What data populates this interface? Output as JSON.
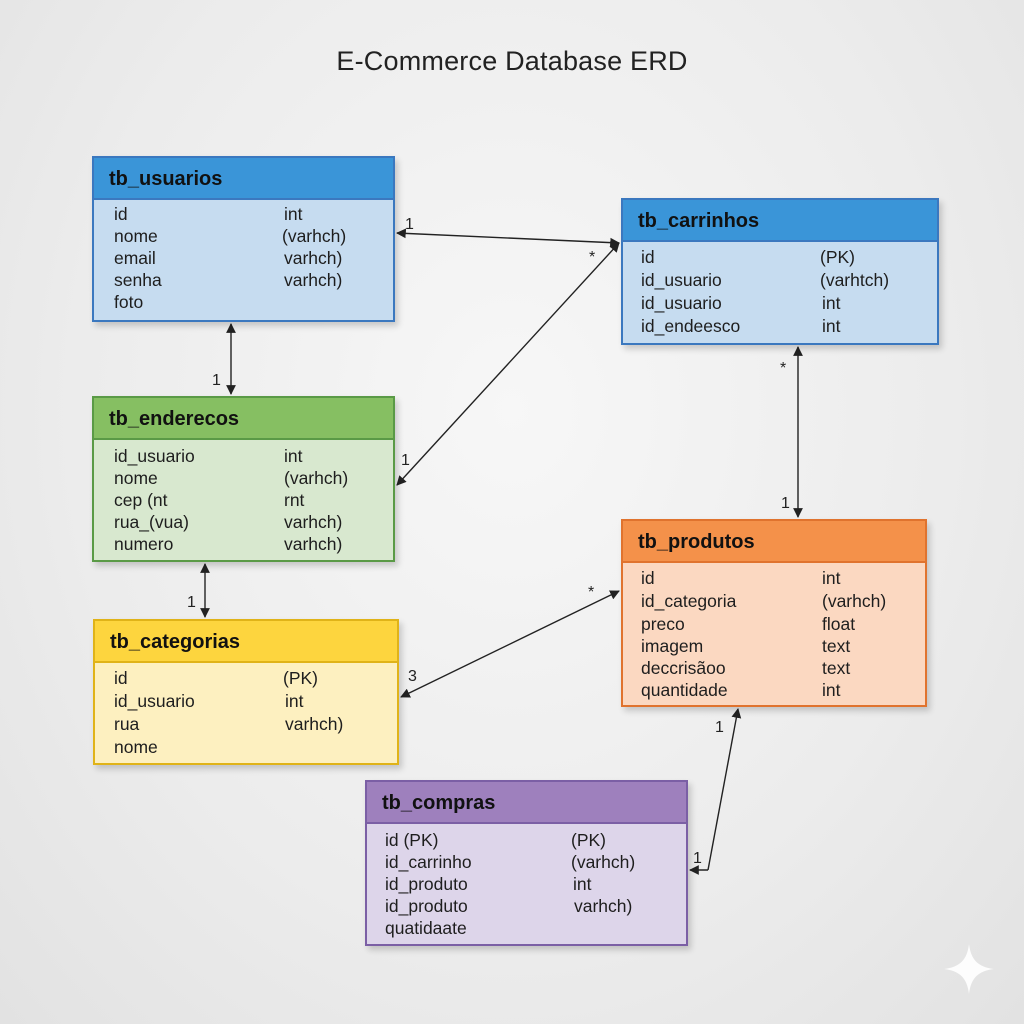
{
  "title": "E-Commerce Database ERD",
  "tables": {
    "usuarios": {
      "name": "tb_usuarios",
      "columns": [
        {
          "name": "id",
          "type": "int"
        },
        {
          "name": "nome",
          "type": "(varhch)"
        },
        {
          "name": "email",
          "type": "varhch)"
        },
        {
          "name": "senha",
          "type": "varhch)"
        },
        {
          "name": "foto",
          "type": ""
        }
      ]
    },
    "carrinhos": {
      "name": "tb_carrinhos",
      "columns": [
        {
          "name": "id",
          "type": "(PK)"
        },
        {
          "name": "id_usuario",
          "type": "(varhtch)"
        },
        {
          "name": "id_usuario",
          "type": "int"
        },
        {
          "name": "id_endeesco",
          "type": "int"
        }
      ]
    },
    "enderecos": {
      "name": "tb_enderecos",
      "columns": [
        {
          "name": "id_usuario",
          "type": "int"
        },
        {
          "name": "nome",
          "type": "(varhch)"
        },
        {
          "name": "cep (nt",
          "type": "rnt"
        },
        {
          "name": "rua_(vua)",
          "type": "varhch)"
        },
        {
          "name": "numero",
          "type": "varhch)"
        }
      ]
    },
    "categorias": {
      "name": "tb_categorias",
      "columns": [
        {
          "name": "id",
          "type": "(PK)"
        },
        {
          "name": "id_usuario",
          "type": "int"
        },
        {
          "name": "rua",
          "type": "varhch)"
        },
        {
          "name": "nome",
          "type": ""
        }
      ]
    },
    "produtos": {
      "name": "tb_produtos",
      "columns": [
        {
          "name": "id",
          "type": "int"
        },
        {
          "name": "id_categoria",
          "type": "(varhch)"
        },
        {
          "name": "preco",
          "type": "float"
        },
        {
          "name": "imagem",
          "type": "text"
        },
        {
          "name": "deccrisãoo",
          "type": "text"
        },
        {
          "name": "quantidade",
          "type": "int"
        }
      ]
    },
    "compras": {
      "name": "tb_compras",
      "columns": [
        {
          "name": "id  (PK)",
          "type": "(PK)"
        },
        {
          "name": "id_carrinho",
          "type": "(varhch)"
        },
        {
          "name": "id_produto",
          "type": "int"
        },
        {
          "name": "id_produto",
          "type": "varhch)"
        },
        {
          "name": "quatidaate",
          "type": ""
        }
      ]
    }
  },
  "relationships": [
    {
      "from": "tb_usuarios",
      "to": "tb_carrinhos",
      "from_card": "1",
      "to_card": "*"
    },
    {
      "from": "tb_usuarios",
      "to": "tb_enderecos",
      "from_card": "",
      "to_card": "1"
    },
    {
      "from": "tb_enderecos",
      "to": "tb_carrinhos",
      "from_card": "1",
      "to_card": ""
    },
    {
      "from": "tb_carrinhos",
      "to": "tb_produtos",
      "from_card": "*",
      "to_card": "1"
    },
    {
      "from": "tb_enderecos",
      "to": "tb_categorias",
      "from_card": "",
      "to_card": "1"
    },
    {
      "from": "tb_categorias",
      "to": "tb_produtos",
      "from_card": "3",
      "to_card": "*"
    },
    {
      "from": "tb_produtos",
      "to": "tb_compras",
      "from_card": "1",
      "to_card": "1"
    }
  ],
  "colors": {
    "blue_header": "#3a95d8",
    "green_header": "#86bf62",
    "yellow_header": "#fdd53e",
    "orange_header": "#f4914a",
    "purple_header": "#9e80bd"
  },
  "icons": {
    "corner": "sparkle-icon"
  }
}
